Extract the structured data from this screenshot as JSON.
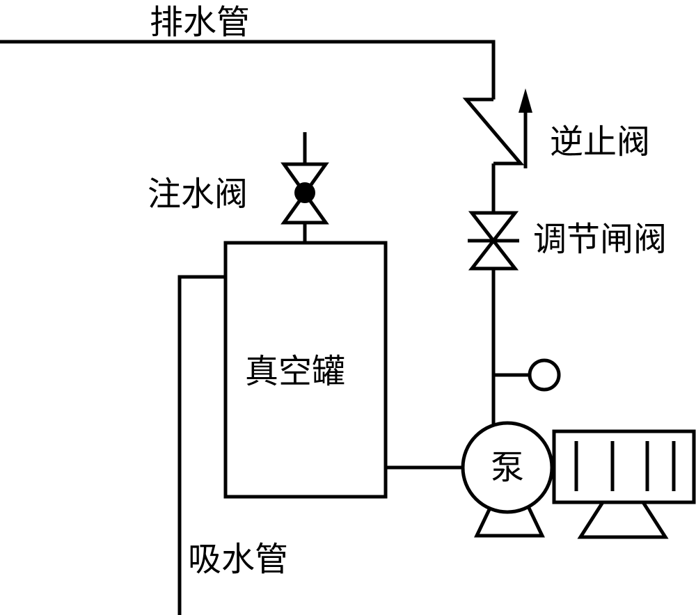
{
  "labels": {
    "discharge_pipe": "排水管",
    "check_valve": "逆止阀",
    "fill_valve": "注水阀",
    "gate_valve": "调节闸阀",
    "vacuum_tank": "真空罐",
    "pump": "泵",
    "suction_pipe": "吸水管"
  },
  "colors": {
    "stroke": "#000000",
    "background": "#ffffff"
  }
}
